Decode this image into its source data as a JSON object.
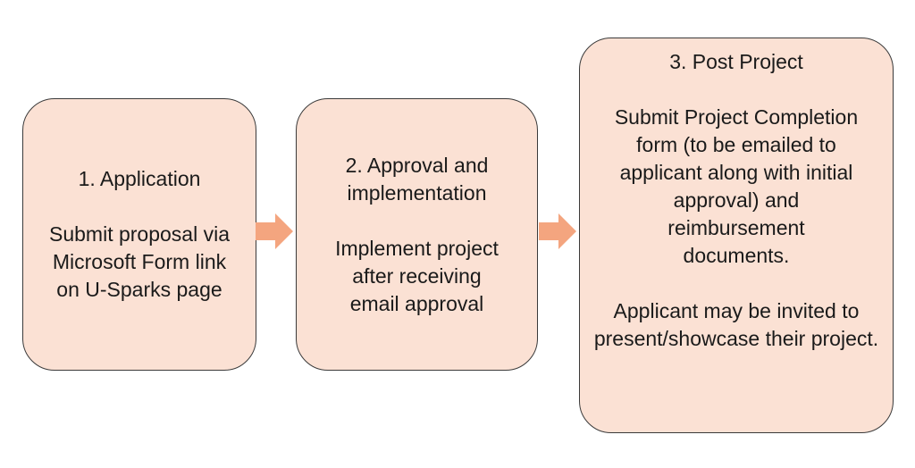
{
  "steps": [
    {
      "title": "1. Application",
      "description": "Submit proposal via Microsoft Form link on U-Sparks page"
    },
    {
      "title": "2. Approval and implementation",
      "description": "Implement project after receiving email approval"
    },
    {
      "title": "3. Post Project",
      "description": "Submit Project Completion form (to be emailed to applicant along with initial approval) and reimbursement documents.",
      "note": "Applicant may be invited to present/showcase their project."
    }
  ],
  "colors": {
    "box_fill": "#fbe1d4",
    "box_border": "#3a3a3a",
    "arrow_fill": "#f4a57f"
  },
  "icons": [
    "right-arrow-icon",
    "right-arrow-icon"
  ]
}
